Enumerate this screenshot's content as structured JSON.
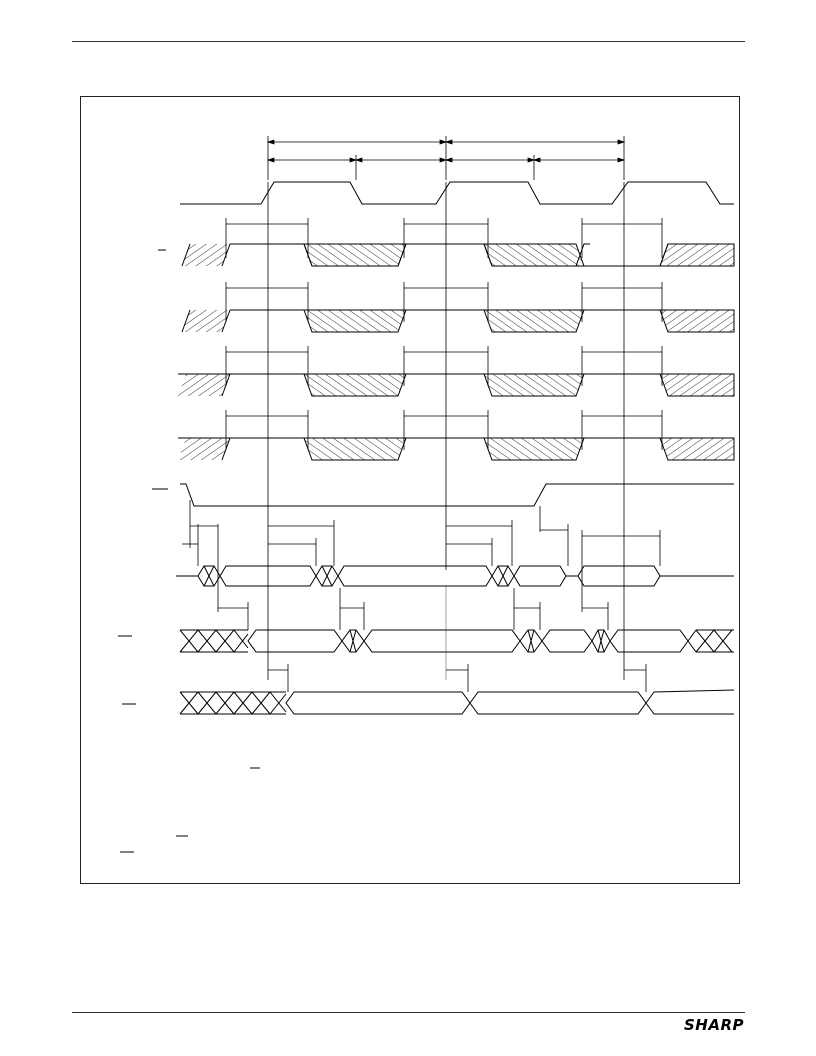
{
  "document": {
    "brand_logo": "SHARP"
  },
  "diagram": {
    "type": "timing-diagram",
    "signal_count": 9,
    "overbar_marks": 7
  }
}
